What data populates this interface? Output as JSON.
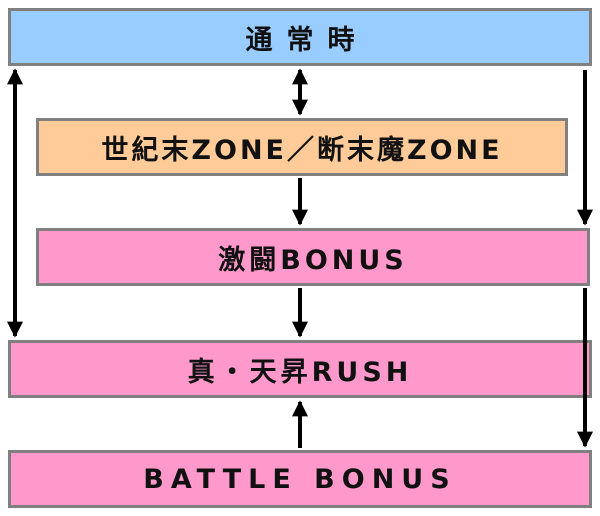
{
  "diagram": {
    "boxes": {
      "normal": {
        "label": "通常時",
        "fill": "#99ccff"
      },
      "zone": {
        "label": "世紀末ZONE／断末魔ZONE",
        "fill": "#ffcc99"
      },
      "gekitou": {
        "label": "激闘BONUS",
        "fill": "#ff99cc"
      },
      "rush": {
        "label": "真・天昇RUSH",
        "fill": "#ff99cc"
      },
      "battle": {
        "label": "BATTLE BONUS",
        "fill": "#ff99cc"
      }
    },
    "border_color": "#808080",
    "arrow_color": "#000000"
  }
}
